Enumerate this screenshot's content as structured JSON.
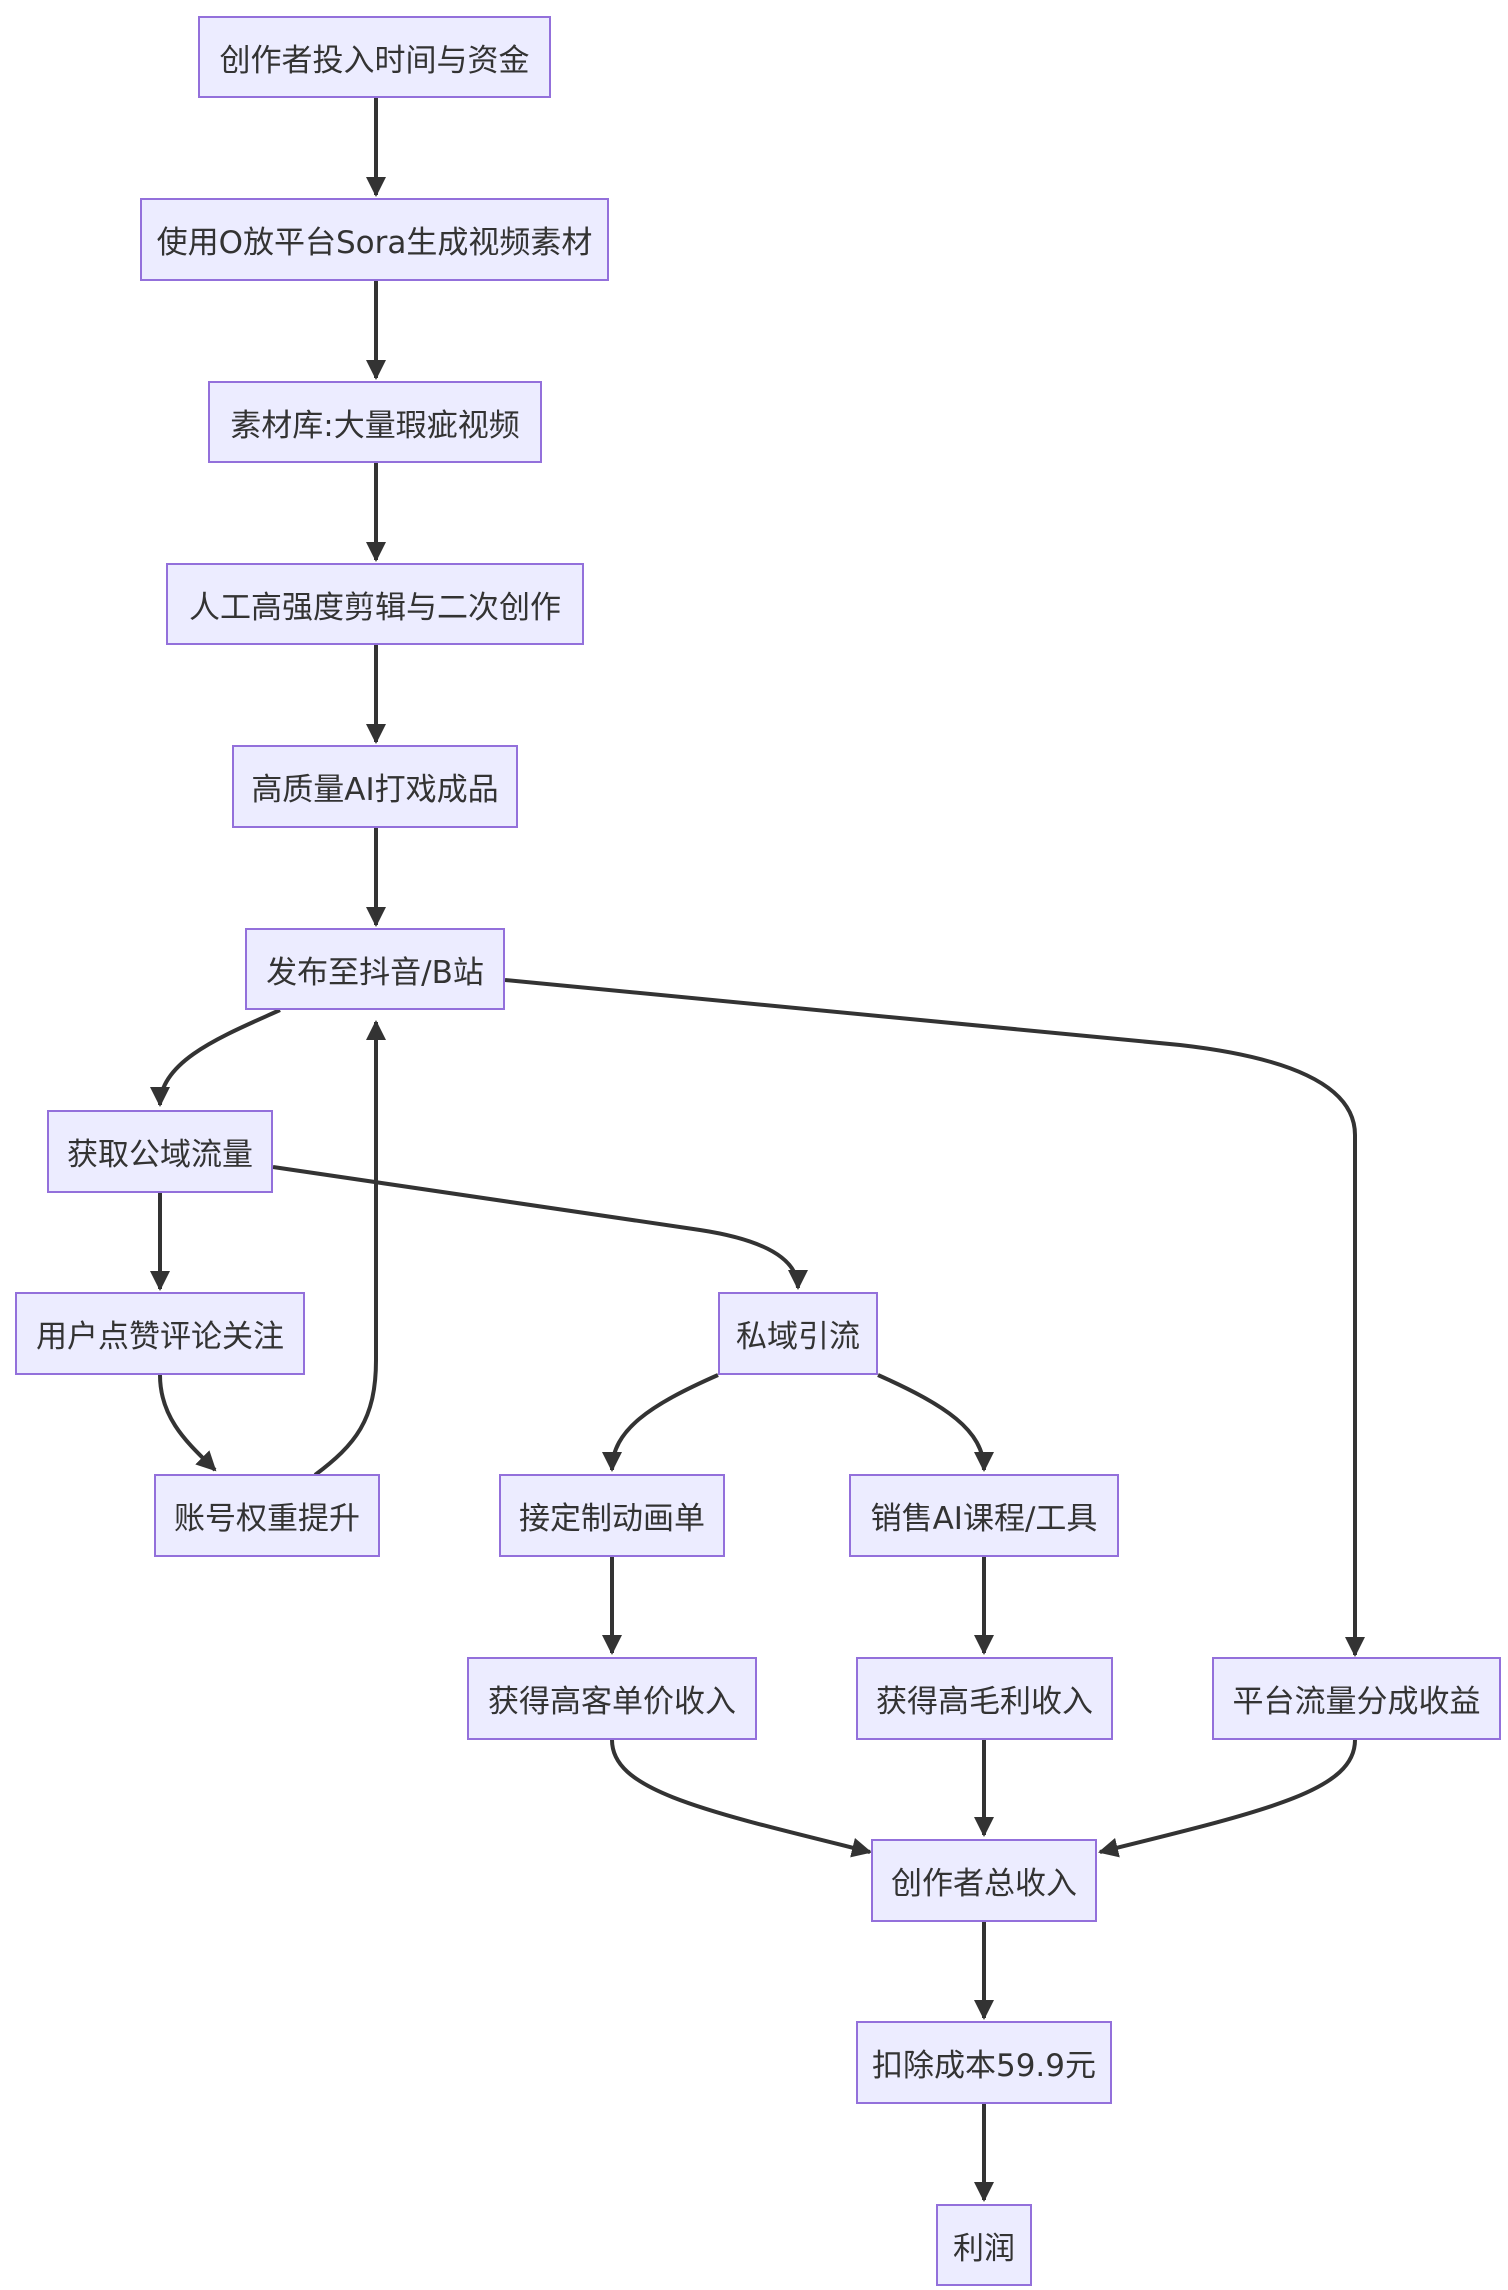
{
  "nodes": {
    "invest": "创作者投入时间与资金",
    "generate": "使用O放平台Sora生成视频素材",
    "library": "素材库:大量瑕疵视频",
    "edit": "人工高强度剪辑与二次创作",
    "product": "高质量AI打戏成品",
    "publish": "发布至抖音/B站",
    "public_traffic": "获取公域流量",
    "engagement": "用户点赞评论关注",
    "weight": "账号权重提升",
    "private_traffic": "私域引流",
    "custom_orders": "接定制动画单",
    "sell_courses": "销售AI课程/工具",
    "high_price_income": "获得高客单价收入",
    "high_margin_income": "获得高毛利收入",
    "platform_share": "平台流量分成收益",
    "total_income": "创作者总收入",
    "deduct_cost": "扣除成本59.9元",
    "profit": "利润"
  },
  "colors": {
    "node_fill": "#ececff",
    "node_border": "#9370db",
    "edge": "#333333",
    "text": "#333333"
  }
}
